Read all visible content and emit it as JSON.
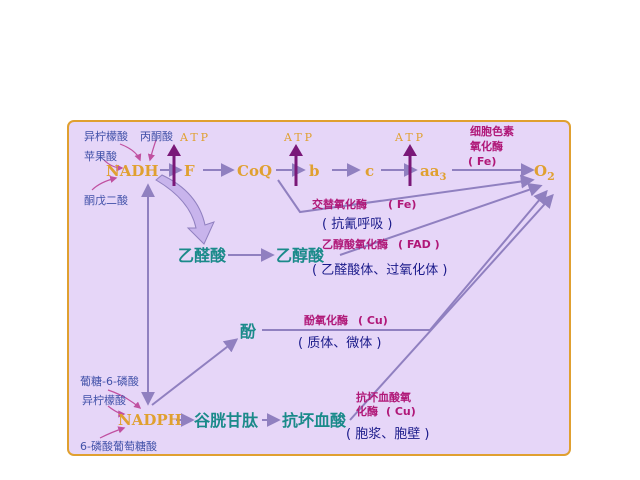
{
  "colors": {
    "panel_fill": "#e6d6f8",
    "panel_border": "#e0a030",
    "arrow_fill": "#c8b4ec",
    "arrow_stroke": "#9080c0",
    "atp_arrow": "#7a1878",
    "node_orange": "#e0a030",
    "node_teal": "#1a8a8a",
    "substrate_blue": "#4050a8",
    "enzyme_magenta": "#b01878",
    "location_navy": "#1a1a8a"
  },
  "substrates_top": {
    "isocitric": "异柠檬酸",
    "pyruvic": "丙酮酸",
    "malic": "苹果酸",
    "ketoglutaric": "酮戊二酸"
  },
  "chain": {
    "nadh": "NADH",
    "f": "F",
    "coq": "CoQ",
    "b": "b",
    "c": "c",
    "aa": "aa",
    "aa_sub": "3",
    "o2": "O",
    "o2_sub": "2"
  },
  "atp": [
    "ATP",
    "ATP",
    "ATP"
  ],
  "cytochrome_oxidase": {
    "line1": "细胞色素",
    "line2": "氧化酶",
    "metal": "( Fe)"
  },
  "alternative_oxidase": {
    "name": "交替氧化酶",
    "metal": "( Fe)",
    "location": "( 抗氰呼吸 )"
  },
  "glycolate_path": {
    "glyoxylic": "乙醛酸",
    "glycolic": "乙醇酸",
    "enzyme": "乙醇酸氧化酶",
    "cofactor": "( FAD )",
    "location": "( 乙醛酸体、过氧化体 )"
  },
  "phenol_path": {
    "phenol": "酚",
    "enzyme": "酚氧化酶",
    "cofactor": "( Cu)",
    "location": "( 质体、微体 )"
  },
  "substrates_bottom": {
    "g6p": "葡糖-6-磷酸",
    "isocitric": "异柠檬酸",
    "pg6": "6-磷酸葡萄糖酸"
  },
  "ascorbate_path": {
    "nadph": "NADPH",
    "glutathione": "谷胱甘肽",
    "ascorbic": "抗坏血酸",
    "enzyme_line1": "抗坏血酸氧",
    "enzyme_line2": "化酶",
    "cofactor": "( Cu)",
    "location": "( 胞浆、胞壁 )"
  }
}
